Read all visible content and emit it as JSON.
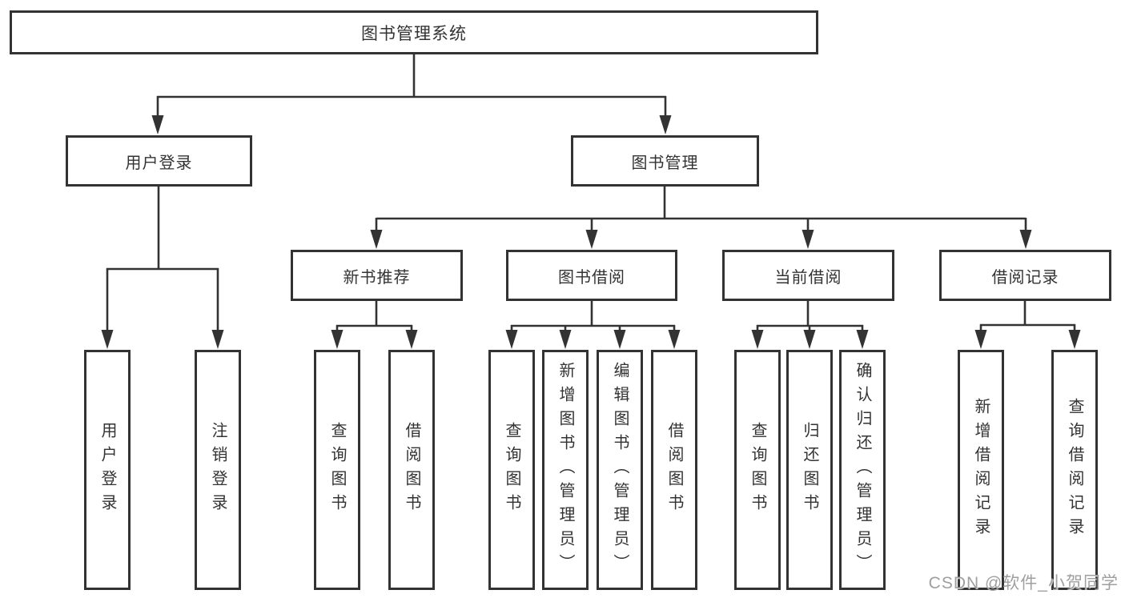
{
  "tree": {
    "root": {
      "label": "图书管理系统"
    },
    "branches": [
      {
        "label": "用户登录",
        "children": [
          {
            "label": "用户登录"
          },
          {
            "label": "注销登录"
          }
        ]
      },
      {
        "label": "图书管理",
        "children": [
          {
            "label": "新书推荐",
            "children": [
              {
                "label": "查询图书"
              },
              {
                "label": "借阅图书"
              }
            ]
          },
          {
            "label": "图书借阅",
            "children": [
              {
                "label": "查询图书"
              },
              {
                "label": "新增图书（管理员）"
              },
              {
                "label": "编辑图书（管理员）"
              },
              {
                "label": "借阅图书"
              }
            ]
          },
          {
            "label": "当前借阅",
            "children": [
              {
                "label": "查询图书"
              },
              {
                "label": "归还图书"
              },
              {
                "label": "确认归还（管理员）"
              }
            ]
          },
          {
            "label": "借阅记录",
            "children": [
              {
                "label": "新增借阅记录"
              },
              {
                "label": "查询借阅记录"
              }
            ]
          }
        ]
      }
    ]
  },
  "watermark": {
    "text": "CSDN @软件_小贺同学"
  },
  "colors": {
    "background": "#ffffff",
    "border": "#333333",
    "line": "#333333",
    "text": "#333333",
    "watermark": "#9f9f9f"
  }
}
